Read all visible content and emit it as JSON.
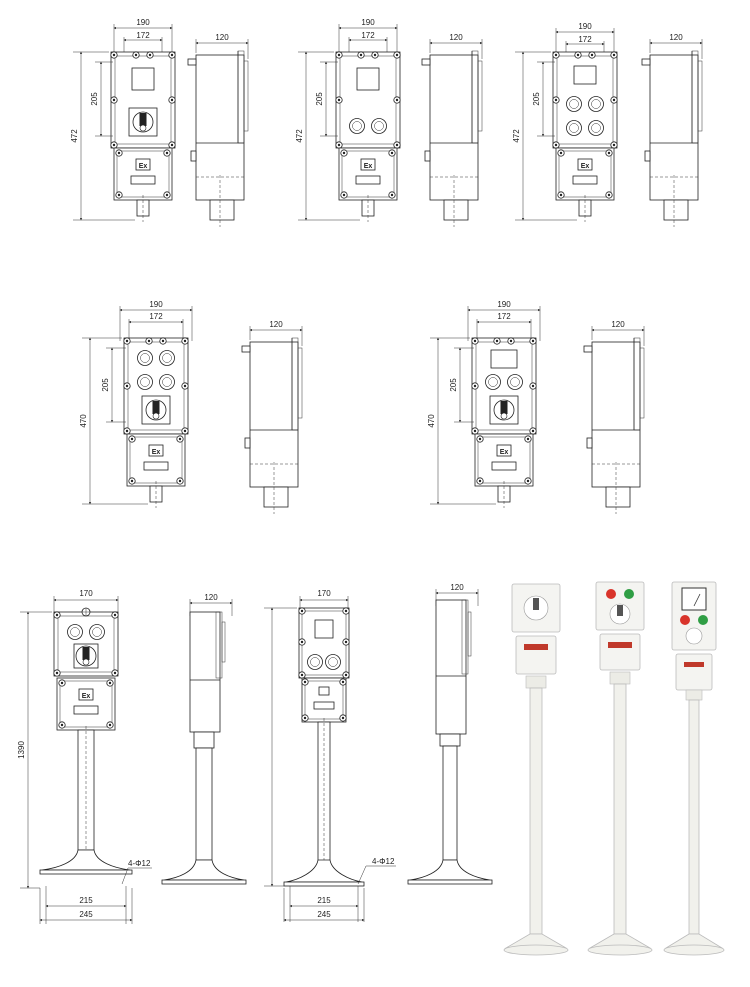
{
  "title": "",
  "row1": {
    "width_outer": "190",
    "width_inner": "172",
    "depth": "120",
    "height_total": "472",
    "height_upper": "205"
  },
  "row2": {
    "width_outer": "190",
    "width_inner": "172",
    "depth": "120",
    "height_total": "470",
    "height_upper": "205"
  },
  "row3": {
    "width": "170",
    "depth": "120",
    "height_total": "1390",
    "hole_spec": "4-Φ12",
    "base_inner": "215",
    "base_outer": "245"
  },
  "colors": {
    "line": "#222222",
    "pole": "#f1f1ec",
    "indicator_red": "#d9342b",
    "indicator_green": "#2f9e44"
  }
}
